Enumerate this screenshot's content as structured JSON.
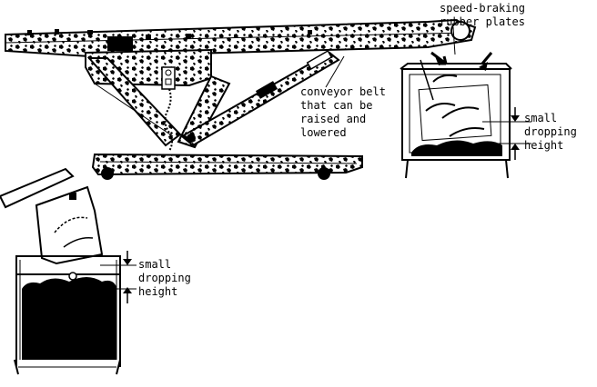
{
  "labels": {
    "rubber_plates": [
      "speed-braking",
      "rubber plates"
    ],
    "conveyor_belt": [
      "conveyor belt",
      "that can be",
      "raised and",
      "lowered"
    ],
    "drop_height_right": [
      "small",
      "dropping",
      "height"
    ],
    "drop_height_left": [
      "small",
      "dropping",
      "height"
    ]
  },
  "colors": {
    "ink": "#000000",
    "paper": "#ffffff"
  }
}
